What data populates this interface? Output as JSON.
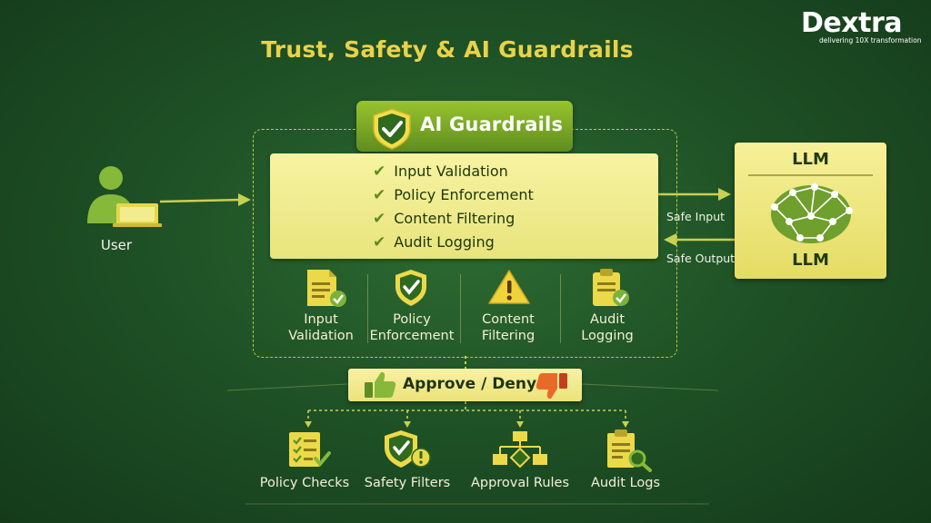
{
  "title": "Trust, Safety & AI Guardrails",
  "logo": {
    "word_a": "De",
    "word_x": "x",
    "word_b": "tra",
    "tagline": "delivering 10X transformation"
  },
  "user": {
    "label": "User"
  },
  "guardrails": {
    "header": "AI Guardrails",
    "checklist": [
      "Input Validation",
      "Policy Enforcement",
      "Content Filtering",
      "Audit Logging"
    ],
    "modules": [
      {
        "line1": "Input",
        "line2": "Validation"
      },
      {
        "line1": "Policy",
        "line2": "Enforcement"
      },
      {
        "line1": "Content",
        "line2": "Filtering"
      },
      {
        "line1": "Audit",
        "line2": "Logging"
      }
    ]
  },
  "llm": {
    "top_label": "LLM",
    "bottom_label": "LLM",
    "safe_input": "Safe Input",
    "safe_output": "Safe Output"
  },
  "decision": {
    "label": "Approve / Deny"
  },
  "outcomes": [
    "Policy Checks",
    "Safety Filters",
    "Approval Rules",
    "Audit Logs"
  ],
  "colors": {
    "background": "#1f5226",
    "accent_yellow": "#e9d24a",
    "accent_green": "#7aa82a",
    "panel": "#f2ee92"
  }
}
